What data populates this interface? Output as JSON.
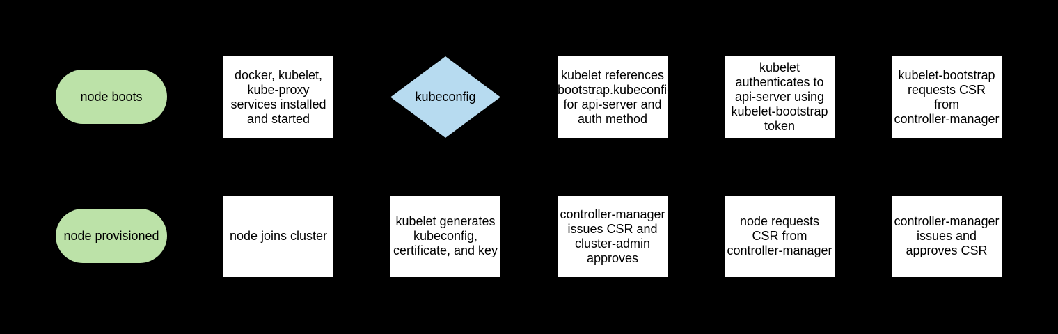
{
  "diagram": {
    "background": "#000000",
    "colors": {
      "terminator_fill": "#bce2a8",
      "decision_fill": "#b7dbf0",
      "process_fill": "#ffffff",
      "text": "#000000"
    }
  },
  "nodes": [
    {
      "id": "node-boots",
      "shape": "terminator",
      "label": "node boots"
    },
    {
      "id": "services-installed",
      "shape": "process",
      "label": "docker, kubelet,\nkube-proxy\nservices installed\nand started"
    },
    {
      "id": "kubeconfig",
      "shape": "decision",
      "label": "kubeconfig"
    },
    {
      "id": "kubelet-references-bootstrap-kubeconfig",
      "shape": "process",
      "label": "kubelet references\nbootstrap.kubeconfig\nfor api-server and\nauth method"
    },
    {
      "id": "kubelet-authenticates",
      "shape": "process",
      "label": "kubelet\nauthenticates to\napi-server using\nkubelet-bootstrap\ntoken"
    },
    {
      "id": "kubelet-bootstrap-requests-csr",
      "shape": "process",
      "label": "kubelet-bootstrap\nrequests CSR\nfrom\ncontroller-manager"
    },
    {
      "id": "node-provisioned",
      "shape": "terminator",
      "label": "node provisioned"
    },
    {
      "id": "node-joins-cluster",
      "shape": "process",
      "label": "node joins cluster"
    },
    {
      "id": "kubelet-generates",
      "shape": "process",
      "label": "kubelet generates\nkubeconfig,\ncertificate, and key"
    },
    {
      "id": "controller-manager-issues-csr-cluster-admin-approves",
      "shape": "process",
      "label": "controller-manager\nissues CSR and\ncluster-admin\napproves"
    },
    {
      "id": "node-requests-csr",
      "shape": "process",
      "label": "node requests\nCSR from\ncontroller-manager"
    },
    {
      "id": "controller-manager-issues-and-approves-csr",
      "shape": "process",
      "label": "controller-manager\nissues and\napproves CSR"
    }
  ]
}
